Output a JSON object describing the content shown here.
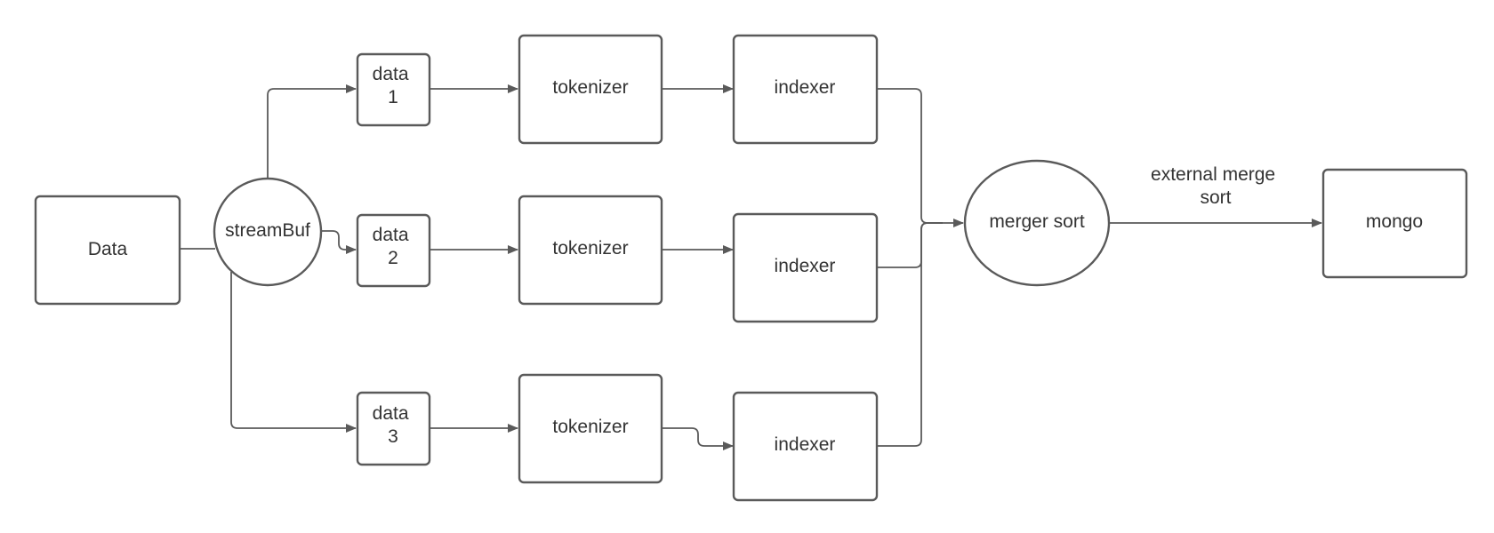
{
  "diagram": {
    "colors": {
      "stroke": "#5a5a5a",
      "fill": "#ffffff",
      "text": "#333333"
    },
    "nodes": {
      "data_source": {
        "lines": [
          "Data"
        ]
      },
      "stream_buf": {
        "lines": [
          "streamBuf"
        ]
      },
      "data_1": {
        "lines": [
          "data",
          "1"
        ]
      },
      "data_2": {
        "lines": [
          "data",
          "2"
        ]
      },
      "data_3": {
        "lines": [
          "data",
          "3"
        ]
      },
      "tokenizer_1": {
        "lines": [
          "tokenizer"
        ]
      },
      "tokenizer_2": {
        "lines": [
          "tokenizer"
        ]
      },
      "tokenizer_3": {
        "lines": [
          "tokenizer"
        ]
      },
      "indexer_1": {
        "lines": [
          "indexer"
        ]
      },
      "indexer_2": {
        "lines": [
          "indexer"
        ]
      },
      "indexer_3": {
        "lines": [
          "indexer"
        ]
      },
      "merger_sort": {
        "lines": [
          "merger sort"
        ]
      },
      "mongo": {
        "lines": [
          "mongo"
        ]
      }
    },
    "edge_labels": {
      "merge_to_mongo": {
        "lines": [
          "external merge",
          "sort"
        ]
      }
    }
  }
}
